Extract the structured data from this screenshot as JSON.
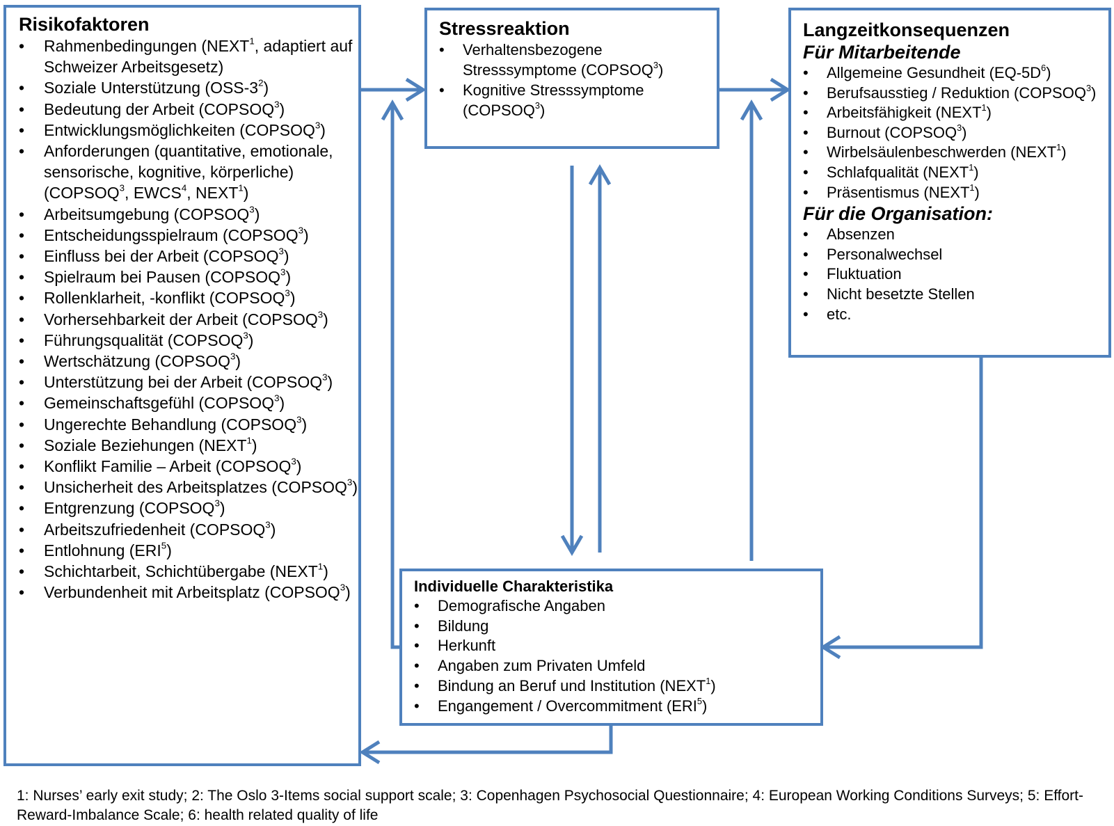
{
  "diagram": {
    "colors": {
      "border": "#4f81bd",
      "arrow": "#4f81bd",
      "text": "#000000"
    },
    "risikofaktoren": {
      "title": "Risikofaktoren",
      "items": [
        {
          "parts": [
            {
              "t": "Rahmenbedingungen (NEXT"
            },
            {
              "s": "1"
            },
            {
              "t": ", adaptiert auf Schweizer Arbeitsgesetz)"
            }
          ]
        },
        {
          "parts": [
            {
              "t": "Soziale Unterstützung (OSS-3"
            },
            {
              "s": "2"
            },
            {
              "t": ")"
            }
          ]
        },
        {
          "parts": [
            {
              "t": "Bedeutung der Arbeit (COPSOQ"
            },
            {
              "s": "3"
            },
            {
              "t": ")"
            }
          ]
        },
        {
          "parts": [
            {
              "t": "Entwicklungsmöglichkeiten (COPSOQ"
            },
            {
              "s": "3"
            },
            {
              "t": ")"
            }
          ]
        },
        {
          "parts": [
            {
              "t": "Anforderungen (quantitative, emotionale, sensorische, kognitive, körperliche) (COPSOQ"
            },
            {
              "s": "3"
            },
            {
              "t": ", EWCS"
            },
            {
              "s": "4"
            },
            {
              "t": ", NEXT"
            },
            {
              "s": "1"
            },
            {
              "t": ")"
            }
          ]
        },
        {
          "parts": [
            {
              "t": "Arbeitsumgebung (COPSOQ"
            },
            {
              "s": "3"
            },
            {
              "t": ")"
            }
          ]
        },
        {
          "parts": [
            {
              "t": "Entscheidungsspielraum (COPSOQ"
            },
            {
              "s": "3"
            },
            {
              "t": ")"
            }
          ]
        },
        {
          "parts": [
            {
              "t": "Einfluss bei der Arbeit (COPSOQ"
            },
            {
              "s": "3"
            },
            {
              "t": ")"
            }
          ]
        },
        {
          "parts": [
            {
              "t": "Spielraum bei Pausen (COPSOQ"
            },
            {
              "s": "3"
            },
            {
              "t": ")"
            }
          ]
        },
        {
          "parts": [
            {
              "t": "Rollenklarheit, -konflikt (COPSOQ"
            },
            {
              "s": "3"
            },
            {
              "t": ")"
            }
          ]
        },
        {
          "parts": [
            {
              "t": "Vorhersehbarkeit der Arbeit (COPSOQ"
            },
            {
              "s": "3"
            },
            {
              "t": ")"
            }
          ]
        },
        {
          "parts": [
            {
              "t": "Führungsqualität (COPSOQ"
            },
            {
              "s": "3"
            },
            {
              "t": ")"
            }
          ]
        },
        {
          "parts": [
            {
              "t": "Wertschätzung (COPSOQ"
            },
            {
              "s": "3"
            },
            {
              "t": ")"
            }
          ]
        },
        {
          "parts": [
            {
              "t": "Unterstützung bei der Arbeit (COPSOQ"
            },
            {
              "s": "3"
            },
            {
              "t": ")"
            }
          ]
        },
        {
          "parts": [
            {
              "t": "Gemeinschaftsgefühl (COPSOQ"
            },
            {
              "s": "3"
            },
            {
              "t": ")"
            }
          ]
        },
        {
          "parts": [
            {
              "t": "Ungerechte Behandlung (COPSOQ"
            },
            {
              "s": "3"
            },
            {
              "t": ")"
            }
          ]
        },
        {
          "parts": [
            {
              "t": "Soziale Beziehungen (NEXT"
            },
            {
              "s": "1"
            },
            {
              "t": ")"
            }
          ]
        },
        {
          "parts": [
            {
              "t": "Konflikt Familie – Arbeit (COPSOQ"
            },
            {
              "s": "3"
            },
            {
              "t": ")"
            }
          ]
        },
        {
          "parts": [
            {
              "t": "Unsicherheit des Arbeitsplatzes (COPSOQ"
            },
            {
              "s": "3"
            },
            {
              "t": ")"
            }
          ]
        },
        {
          "parts": [
            {
              "t": "Entgrenzung (COPSOQ"
            },
            {
              "s": "3"
            },
            {
              "t": ")"
            }
          ]
        },
        {
          "parts": [
            {
              "t": "Arbeitszufriedenheit (COPSOQ"
            },
            {
              "s": "3"
            },
            {
              "t": ")"
            }
          ]
        },
        {
          "parts": [
            {
              "t": "Entlohnung (ERI"
            },
            {
              "s": "5"
            },
            {
              "t": ")"
            }
          ]
        },
        {
          "parts": [
            {
              "t": "Schichtarbeit, Schichtübergabe (NEXT"
            },
            {
              "s": "1"
            },
            {
              "t": ")"
            }
          ]
        },
        {
          "parts": [
            {
              "t": "Verbundenheit mit Arbeitsplatz (COPSOQ"
            },
            {
              "s": "3"
            },
            {
              "t": ")"
            }
          ]
        }
      ]
    },
    "stressreaktion": {
      "title": "Stressreaktion",
      "items": [
        {
          "parts": [
            {
              "t": "Verhaltensbezogene Stresssymptome (COPSOQ"
            },
            {
              "s": "3"
            },
            {
              "t": ")"
            }
          ]
        },
        {
          "parts": [
            {
              "t": "Kognitive Stresssymptome (COPSOQ"
            },
            {
              "s": "3"
            },
            {
              "t": ")"
            }
          ]
        }
      ]
    },
    "langzeit": {
      "title": "Langzeitkonsequenzen",
      "mitarbeitende_title": "Für Mitarbeitende",
      "mitarbeitende_items": [
        {
          "parts": [
            {
              "t": "Allgemeine Gesundheit (EQ-5D"
            },
            {
              "s": "6"
            },
            {
              "t": ")"
            }
          ]
        },
        {
          "parts": [
            {
              "t": "Berufsausstieg / Reduktion (COPSOQ"
            },
            {
              "s": "3"
            },
            {
              "t": ")"
            }
          ]
        },
        {
          "parts": [
            {
              "t": "Arbeitsfähigkeit (NEXT"
            },
            {
              "s": "1"
            },
            {
              "t": ")"
            }
          ]
        },
        {
          "parts": [
            {
              "t": "Burnout (COPSOQ"
            },
            {
              "s": "3"
            },
            {
              "t": ")"
            }
          ]
        },
        {
          "parts": [
            {
              "t": "Wirbelsäulenbeschwerden (NEXT"
            },
            {
              "s": "1"
            },
            {
              "t": ")"
            }
          ]
        },
        {
          "parts": [
            {
              "t": "Schlafqualität (NEXT"
            },
            {
              "s": "1"
            },
            {
              "t": ")"
            }
          ]
        },
        {
          "parts": [
            {
              "t": "Präsentismus (NEXT"
            },
            {
              "s": "1"
            },
            {
              "t": ")"
            }
          ]
        }
      ],
      "organisation_title": "Für die Organisation:",
      "organisation_items": [
        {
          "parts": [
            {
              "t": "Absenzen"
            }
          ]
        },
        {
          "parts": [
            {
              "t": "Personalwechsel"
            }
          ]
        },
        {
          "parts": [
            {
              "t": "Fluktuation"
            }
          ]
        },
        {
          "parts": [
            {
              "t": "Nicht besetzte Stellen"
            }
          ]
        },
        {
          "parts": [
            {
              "t": "etc."
            }
          ]
        }
      ]
    },
    "individuell": {
      "title": "Individuelle Charakteristika",
      "items": [
        {
          "parts": [
            {
              "t": "Demografische Angaben"
            }
          ]
        },
        {
          "parts": [
            {
              "t": "Bildung"
            }
          ]
        },
        {
          "parts": [
            {
              "t": "Herkunft"
            }
          ]
        },
        {
          "parts": [
            {
              "t": "Angaben zum Privaten Umfeld"
            }
          ]
        },
        {
          "parts": [
            {
              "t": "Bindung an Beruf und Institution (NEXT"
            },
            {
              "s": "1"
            },
            {
              "t": ")"
            }
          ]
        },
        {
          "parts": [
            {
              "t": "Engangement / Overcommitment (ERI"
            },
            {
              "s": "5"
            },
            {
              "t": ")"
            }
          ]
        }
      ]
    },
    "footnote": "1: Nurses’ early exit study; 2: The Oslo 3-Items social support scale; 3: Copenhagen Psychosocial Questionnaire; 4: European Working Conditions Surveys; 5: Effort-Reward-Imbalance Scale; 6: health related quality of life"
  }
}
